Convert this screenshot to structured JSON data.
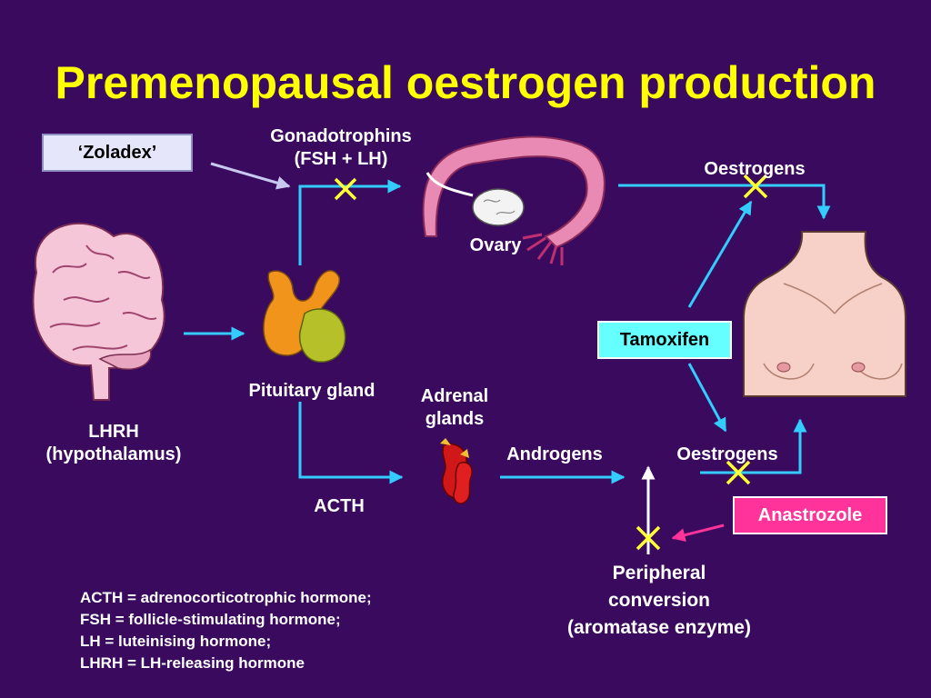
{
  "slide": {
    "title": "Premenopausal oestrogen production",
    "labels": {
      "gonadotrophins_line1": "Gonadotrophins",
      "gonadotrophins_line2": "(FSH + LH)",
      "ovary": "Ovary",
      "oestrogens_top": "Oestrogens",
      "pituitary": "Pituitary gland",
      "adrenal_line1": "Adrenal",
      "adrenal_line2": "glands",
      "lhrh_line1": "LHRH",
      "lhrh_line2": "(hypothalamus)",
      "androgens": "Androgens",
      "oestrogens_bottom": "Oestrogens",
      "acth": "ACTH",
      "peripheral_line1": "Peripheral",
      "peripheral_line2": "conversion",
      "peripheral_line3": "(aromatase enzyme)"
    },
    "drugs": {
      "zoladex": "‘Zoladex’",
      "tamoxifen": "Tamoxifen",
      "anastrozole": "Anastrozole"
    },
    "legend": [
      "ACTH = adrenocorticotrophic hormone;",
      "FSH = follicle-stimulating hormone;",
      "LH = luteinising hormone;",
      "LHRH = LH-releasing hormone"
    ]
  },
  "colors": {
    "background": "#3a0a5e",
    "title": "#ffff00",
    "arrow": "#33ccff",
    "block_mark": "#ffff33",
    "zoladex_box": "#e6e6fa",
    "tamoxifen_box": "#66ffff",
    "anastrozole_box": "#ff3399"
  }
}
